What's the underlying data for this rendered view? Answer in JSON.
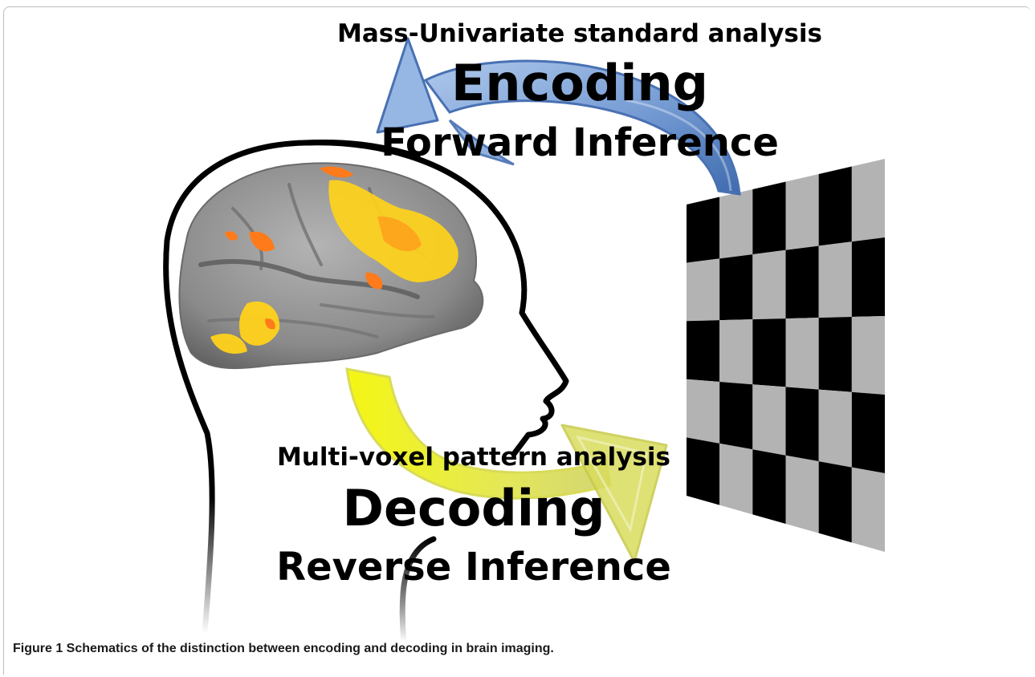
{
  "figure": {
    "encoding": {
      "subtitle": "Mass-Univariate standard analysis",
      "title": "Encoding",
      "inference": "Forward Inference",
      "arrow_color": "#5b86c4"
    },
    "decoding": {
      "subtitle": "Multi-voxel pattern analysis",
      "title": "Decoding",
      "inference": "Reverse Inference",
      "arrow_color": "#e6ea3a"
    },
    "stimulus": {
      "name": "checkerboard",
      "dark_color": "#000000",
      "light_color": "#b3b3b3"
    },
    "brain": {
      "surface_color": "#8e8e8e",
      "activation_colors": [
        "#ffd21a",
        "#ff7a1a"
      ]
    },
    "caption": {
      "label": "Figure 1",
      "text": " Schematics of the distinction between encoding and decoding in brain imaging."
    }
  }
}
